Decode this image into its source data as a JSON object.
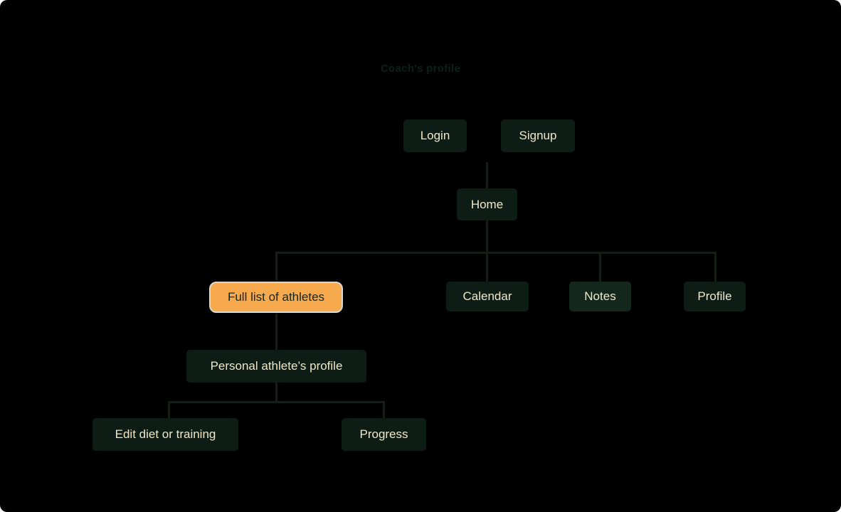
{
  "diagram": {
    "title": "Coach's profile",
    "nodes": {
      "login": {
        "label": "Login"
      },
      "signup": {
        "label": "Signup"
      },
      "home": {
        "label": "Home"
      },
      "athletes": {
        "label": "Full list of athletes",
        "highlighted": true
      },
      "calendar": {
        "label": "Calendar"
      },
      "notes": {
        "label": "Notes"
      },
      "profile": {
        "label": "Profile"
      },
      "athlete_profile": {
        "label": "Personal athlete’s profile"
      },
      "edit": {
        "label": "Edit diet or training"
      },
      "progress": {
        "label": "Progress"
      }
    },
    "edges": [
      {
        "from": "login/signup",
        "to": "home"
      },
      {
        "from": "home",
        "to": "athletes"
      },
      {
        "from": "home",
        "to": "calendar"
      },
      {
        "from": "home",
        "to": "notes"
      },
      {
        "from": "home",
        "to": "profile"
      },
      {
        "from": "athletes",
        "to": "athlete_profile"
      },
      {
        "from": "athlete_profile",
        "to": "edit"
      },
      {
        "from": "athlete_profile",
        "to": "progress"
      }
    ],
    "colors": {
      "background": "#000000",
      "node_bg": "#0d1c14",
      "node_bg_light": "#13271c",
      "node_text": "#f0e7c9",
      "highlight_bg": "#f7a94e",
      "highlight_text": "#16251c",
      "highlight_border": "#d7d8d2",
      "connector": "#151d17",
      "title_text": "#0a2018"
    }
  }
}
